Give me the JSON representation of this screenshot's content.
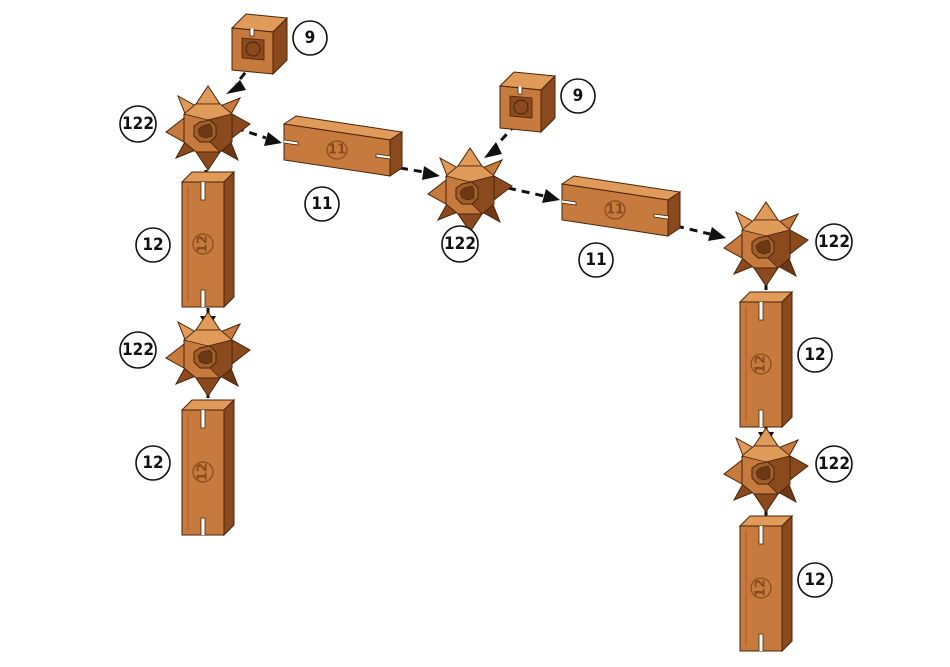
{
  "colors": {
    "part_face": "#C67A3E",
    "part_light": "#E09A5A",
    "part_dark": "#8A4A1E",
    "part_shadow": "#6E3814",
    "outline": "#4A2308",
    "arrow": "#111111"
  },
  "callouts": [
    {
      "id": "c1",
      "label": "9"
    },
    {
      "id": "c2",
      "label": "122"
    },
    {
      "id": "c3",
      "label": "11"
    },
    {
      "id": "c4",
      "label": "12"
    },
    {
      "id": "c5",
      "label": "122"
    },
    {
      "id": "c6",
      "label": "12"
    },
    {
      "id": "c7",
      "label": "9"
    },
    {
      "id": "c8",
      "label": "122"
    },
    {
      "id": "c9",
      "label": "11"
    },
    {
      "id": "c10",
      "label": "122"
    },
    {
      "id": "c11",
      "label": "12"
    },
    {
      "id": "c12",
      "label": "122"
    },
    {
      "id": "c13",
      "label": "12"
    }
  ],
  "emboss": {
    "horizontal_beam": "11",
    "vertical_beam": "12"
  }
}
